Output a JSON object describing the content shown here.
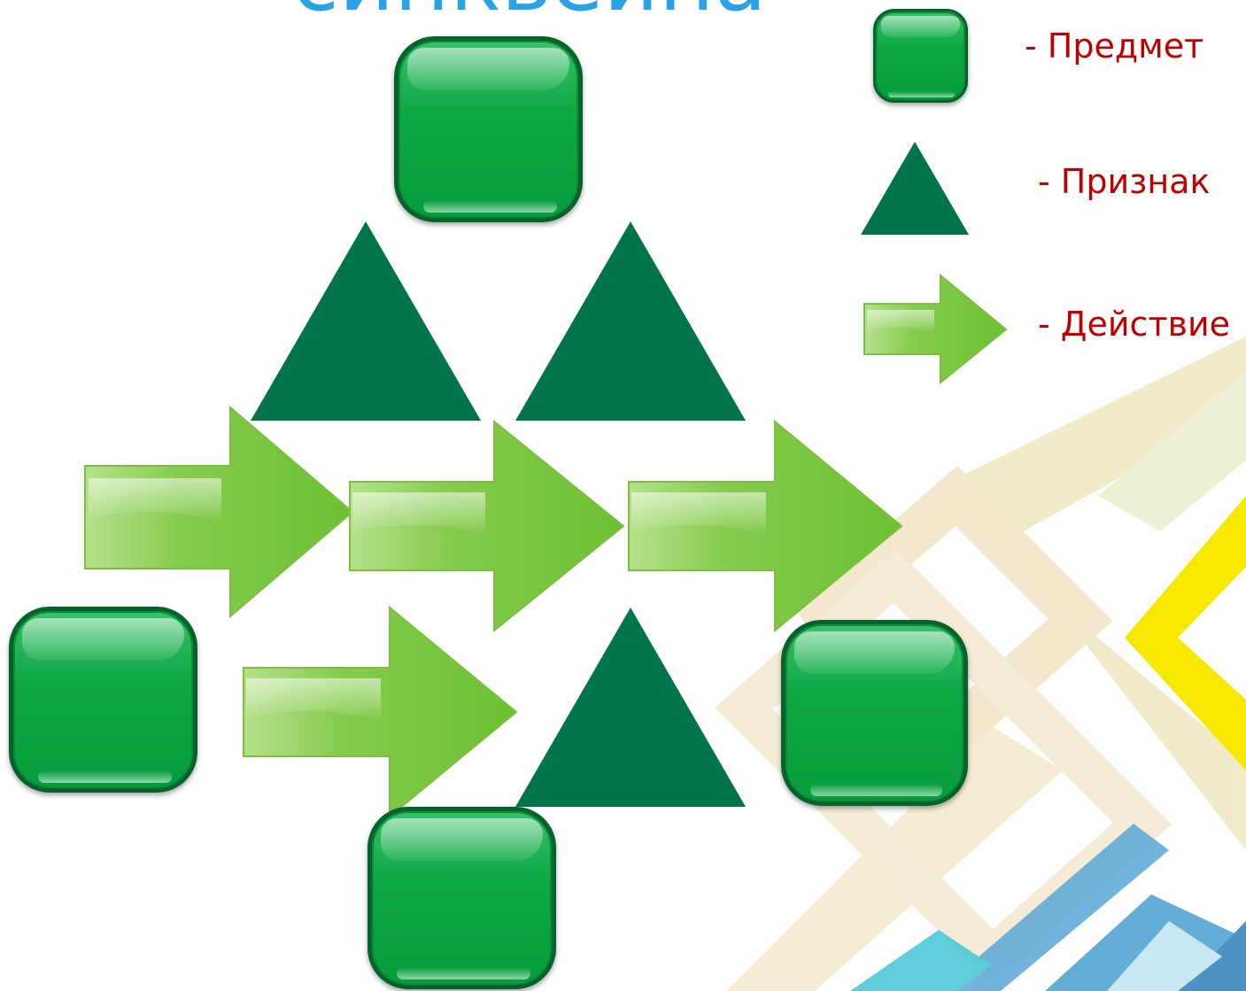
{
  "title": "синквейна",
  "legend": {
    "subject_label": "-  Предмет",
    "attribute_label": "-  Признак",
    "action_label": "-  Действие"
  },
  "colors": {
    "square": "#0aa640",
    "triangle": "#02744a",
    "arrow": "#74c639",
    "title": "#29a3e6",
    "legend_text": "#c00000"
  }
}
